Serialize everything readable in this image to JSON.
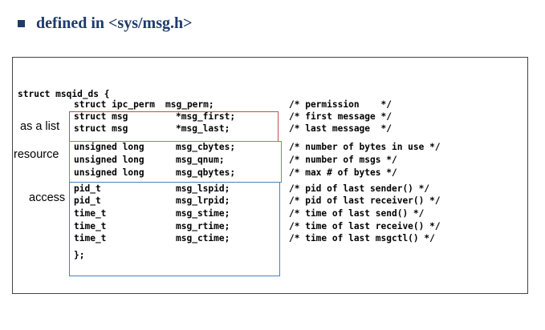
{
  "heading": "defined in <sys/msg.h>",
  "struct_decl": "struct msqid_ds {",
  "closing": "};",
  "fields": [
    {
      "type": "struct ipc_perm",
      "name": "msg_perm;",
      "comment": "/* permission    */"
    },
    {
      "type": "struct msg",
      "name": "*msg_first;",
      "comment": "/* first message */"
    },
    {
      "type": "struct msg",
      "name": "*msg_last;",
      "comment": "/* last message  */"
    },
    {
      "type": "unsigned long",
      "name": "msg_cbytes;",
      "comment": "/* number of bytes in use */"
    },
    {
      "type": "unsigned long",
      "name": "msg_qnum;",
      "comment": "/* number of msgs */"
    },
    {
      "type": "unsigned long",
      "name": "msg_qbytes;",
      "comment": "/* max # of bytes */"
    },
    {
      "type": "pid_t",
      "name": "msg_lspid;",
      "comment": "/* pid of last sender() */"
    },
    {
      "type": "pid_t",
      "name": "msg_lrpid;",
      "comment": "/* pid of last receiver() */"
    },
    {
      "type": "time_t",
      "name": "msg_stime;",
      "comment": "/* time of last send() */"
    },
    {
      "type": "time_t",
      "name": "msg_rtime;",
      "comment": "/* time of last receive() */"
    },
    {
      "type": "time_t",
      "name": "msg_ctime;",
      "comment": "/* time of last msgctl() */"
    }
  ],
  "labels": {
    "list": "as a list",
    "resource": "resource",
    "access": "access"
  },
  "colors": {
    "heading": "#1f3a6b",
    "list_box": "#c05050",
    "resource_box": "#7a9a3c",
    "access_box": "#4a7ec0"
  }
}
